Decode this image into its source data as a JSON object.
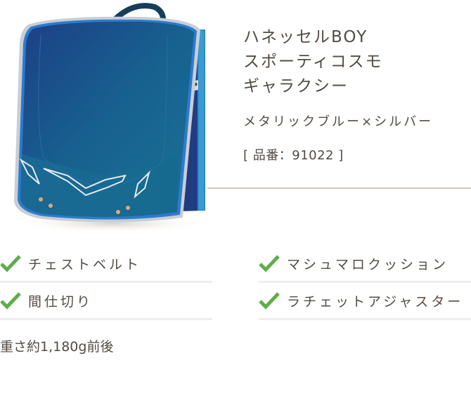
{
  "product": {
    "name_lines": [
      "ハネッセルBOY",
      "スポーティコスモ",
      "ギャラクシー"
    ],
    "color": "メタリックブルー×シルバー",
    "code_label": "[ 品番：91022 ]",
    "image_alt": "ランドセル メタリックブルー×シルバー",
    "image_icon": "school-backpack-image"
  },
  "features": [
    {
      "label": "チェストベルト",
      "icon": "check-icon"
    },
    {
      "label": "間仕切り",
      "icon": "check-icon"
    },
    {
      "label": "マシュマロクッション",
      "icon": "check-icon"
    },
    {
      "label": "ラチェットアジャスター",
      "icon": "check-icon"
    }
  ],
  "weight": "重さ約1,180g前後",
  "colors": {
    "text": "#544b43",
    "check": "#5fad4a",
    "divider": "#eeeeee",
    "info_divider": "#cfcac4",
    "bag_primary": "#1a5a8a",
    "bag_trim": "#c9ced4"
  }
}
